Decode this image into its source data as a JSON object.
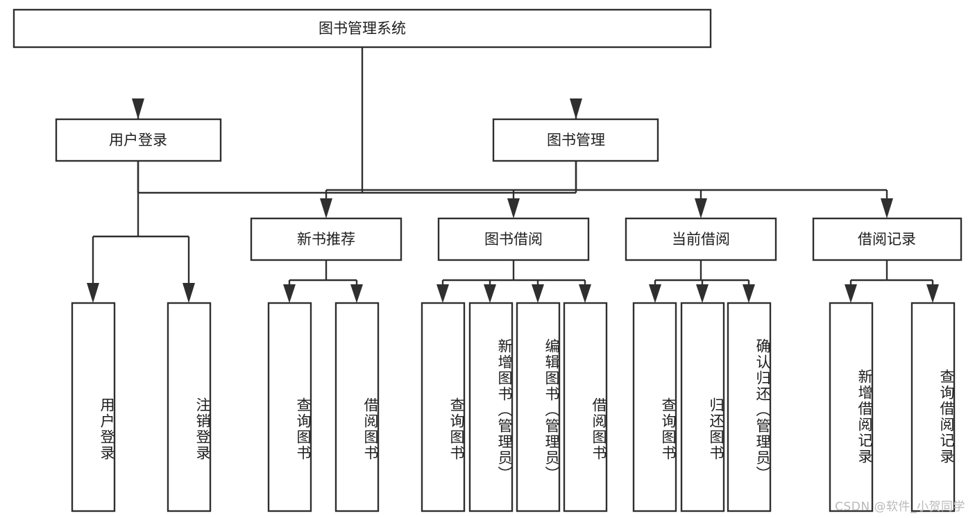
{
  "diagram": {
    "title": "图书管理系统",
    "watermark": "CSDN @软件_小贺同学",
    "colors": {
      "stroke": "#2f2f2f",
      "fill": "#ffffff",
      "text": "#1d1d1d",
      "watermark": "#b9b9b9"
    },
    "root": {
      "label": "图书管理系统"
    },
    "level2": [
      {
        "label": "用户登录"
      },
      {
        "label": "图书管理"
      }
    ],
    "level3": [
      {
        "label": "新书推荐"
      },
      {
        "label": "图书借阅"
      },
      {
        "label": "当前借阅"
      },
      {
        "label": "借阅记录"
      }
    ],
    "leaves": {
      "user_login": [
        {
          "label": "用户登录"
        },
        {
          "label": "注销登录"
        }
      ],
      "new_book": [
        {
          "label": "查询图书"
        },
        {
          "label": "借阅图书"
        }
      ],
      "book_borrow": [
        {
          "label": "查询图书"
        },
        {
          "label": "新增图书（管理员）"
        },
        {
          "label": "编辑图书（管理员）"
        },
        {
          "label": "借阅图书"
        }
      ],
      "current_borrow": [
        {
          "label": "查询图书"
        },
        {
          "label": "归还图书"
        },
        {
          "label": "确认归还（管理员）"
        }
      ],
      "borrow_record": [
        {
          "label": "新增借阅记录"
        },
        {
          "label": "查询借阅记录"
        }
      ]
    }
  }
}
